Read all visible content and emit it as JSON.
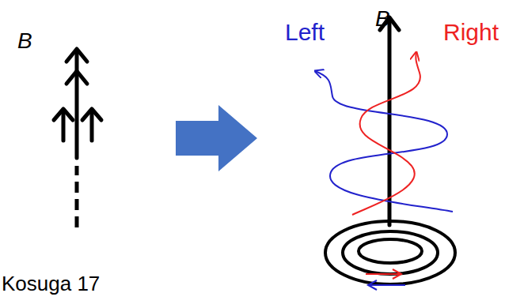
{
  "diagram": {
    "labels": [
      "B",
      "B",
      "Left",
      "Right",
      "Kosuga 17"
    ]
  }
}
